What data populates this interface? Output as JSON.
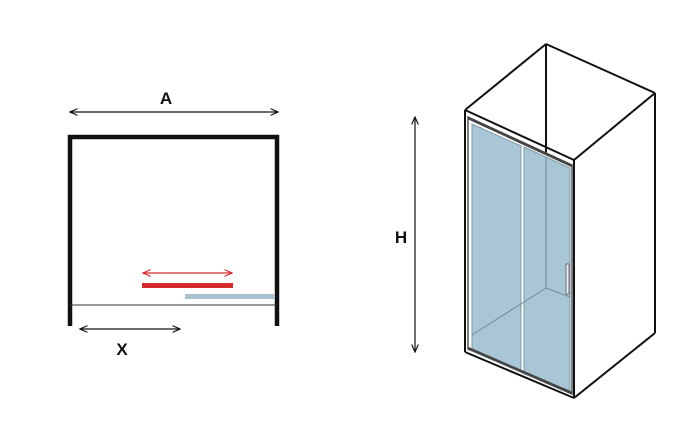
{
  "labels": {
    "width": "A",
    "opening": "X",
    "height": "H"
  },
  "colors": {
    "outline": "#111111",
    "glass": "#a9c6d6",
    "glass_stroke": "#7f9aa8",
    "fixed_panel": "#a9c1cf",
    "sliding_panel": "#d42a2a",
    "arrow": "#111111"
  }
}
